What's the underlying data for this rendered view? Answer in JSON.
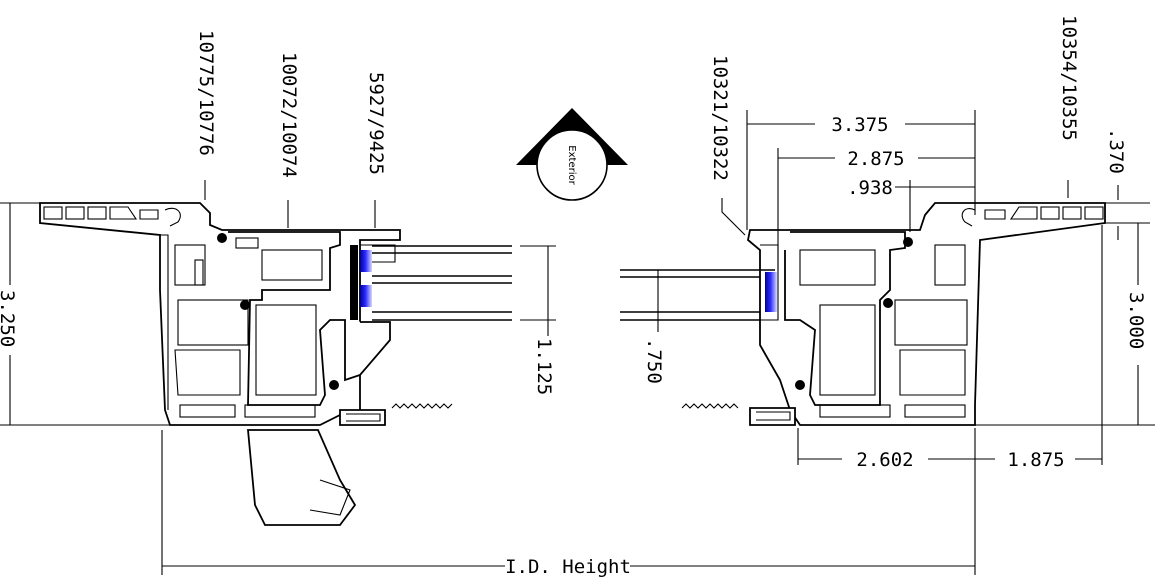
{
  "indicator": {
    "label": "Exterior"
  },
  "part_numbers": {
    "left_outer": "10775/10776",
    "left_sash": "10072/10074",
    "left_glazing": "5927/9425",
    "right_sash": "10321/10322",
    "right_outer": "10354/10355"
  },
  "dimensions": {
    "left_height": "3.250",
    "glass_thickness": "1.125",
    "right_glass": ".750",
    "top_1": "3.375",
    "top_2": "2.875",
    "top_3": ".938",
    "top_4": ".370",
    "right_height": "3.000",
    "bottom_1": "2.602",
    "bottom_2": "1.875",
    "id_height": "I.D.  Height"
  },
  "colors": {
    "line": "#000000",
    "glass_seal": "#1a1aff",
    "background": "#ffffff"
  }
}
